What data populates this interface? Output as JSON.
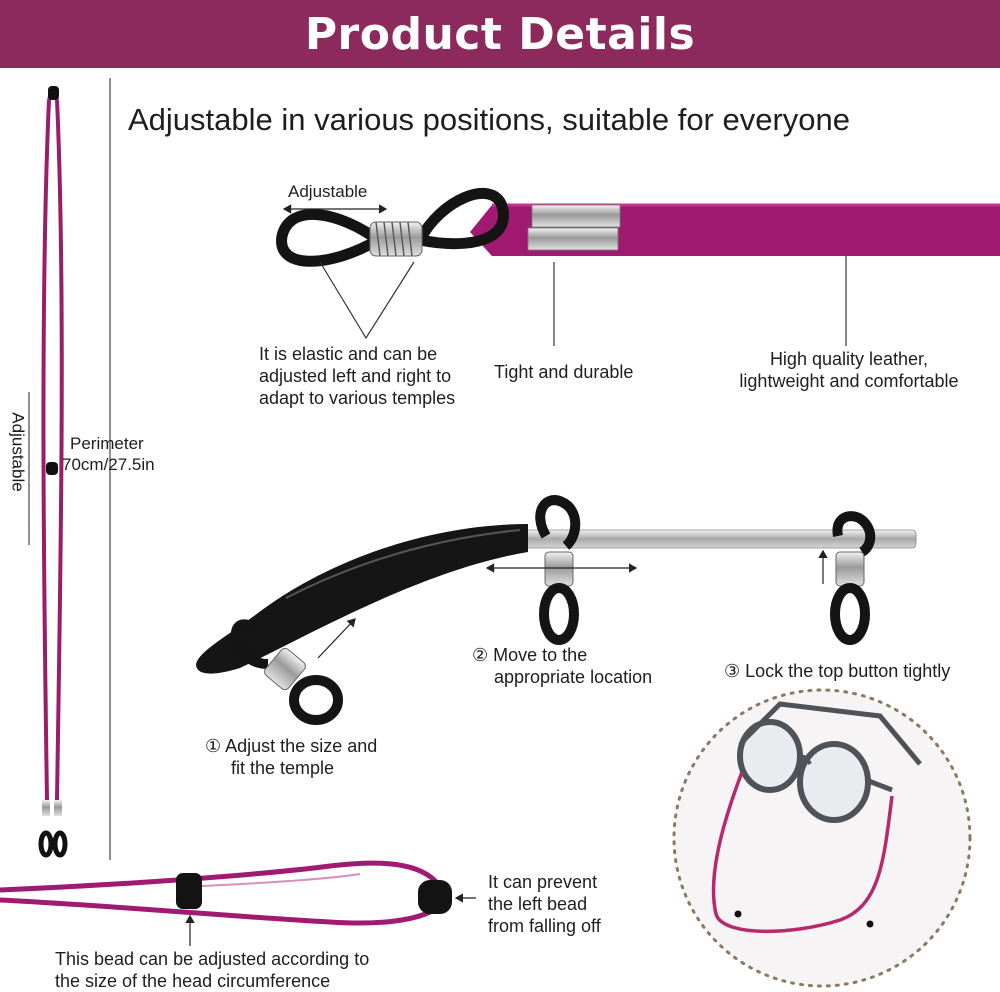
{
  "banner": {
    "title": "Product Details",
    "color": "#8c2a5e"
  },
  "headline": "Adjustable in various positions, suitable for everyone",
  "strap_color": "#9b1d6a",
  "leather_color": "#a01a72",
  "closeup": {
    "adjustable_label": "Adjustable",
    "elastic_note": [
      "It is elastic and can be",
      "adjusted left and right to",
      "adapt to various temples"
    ],
    "tight_note": "Tight and durable",
    "leather_note": [
      "High quality leather,",
      "lightweight and comfortable"
    ]
  },
  "side": {
    "adjustable_label": "Adjustable",
    "perimeter_label": [
      "Perimeter",
      "70cm/27.5in"
    ]
  },
  "steps": [
    {
      "number": "①",
      "text": [
        "Adjust the size and",
        "fit the temple"
      ]
    },
    {
      "number": "②",
      "text": [
        "Move to the",
        "appropriate location"
      ]
    },
    {
      "number": "③",
      "text": [
        "Lock the top button tightly"
      ]
    }
  ],
  "bead": {
    "prevent_note": [
      "It can prevent",
      "the left bead",
      "from falling off"
    ],
    "adjust_note": [
      "This bead can be adjusted according to",
      "the size of the head circumference"
    ]
  }
}
